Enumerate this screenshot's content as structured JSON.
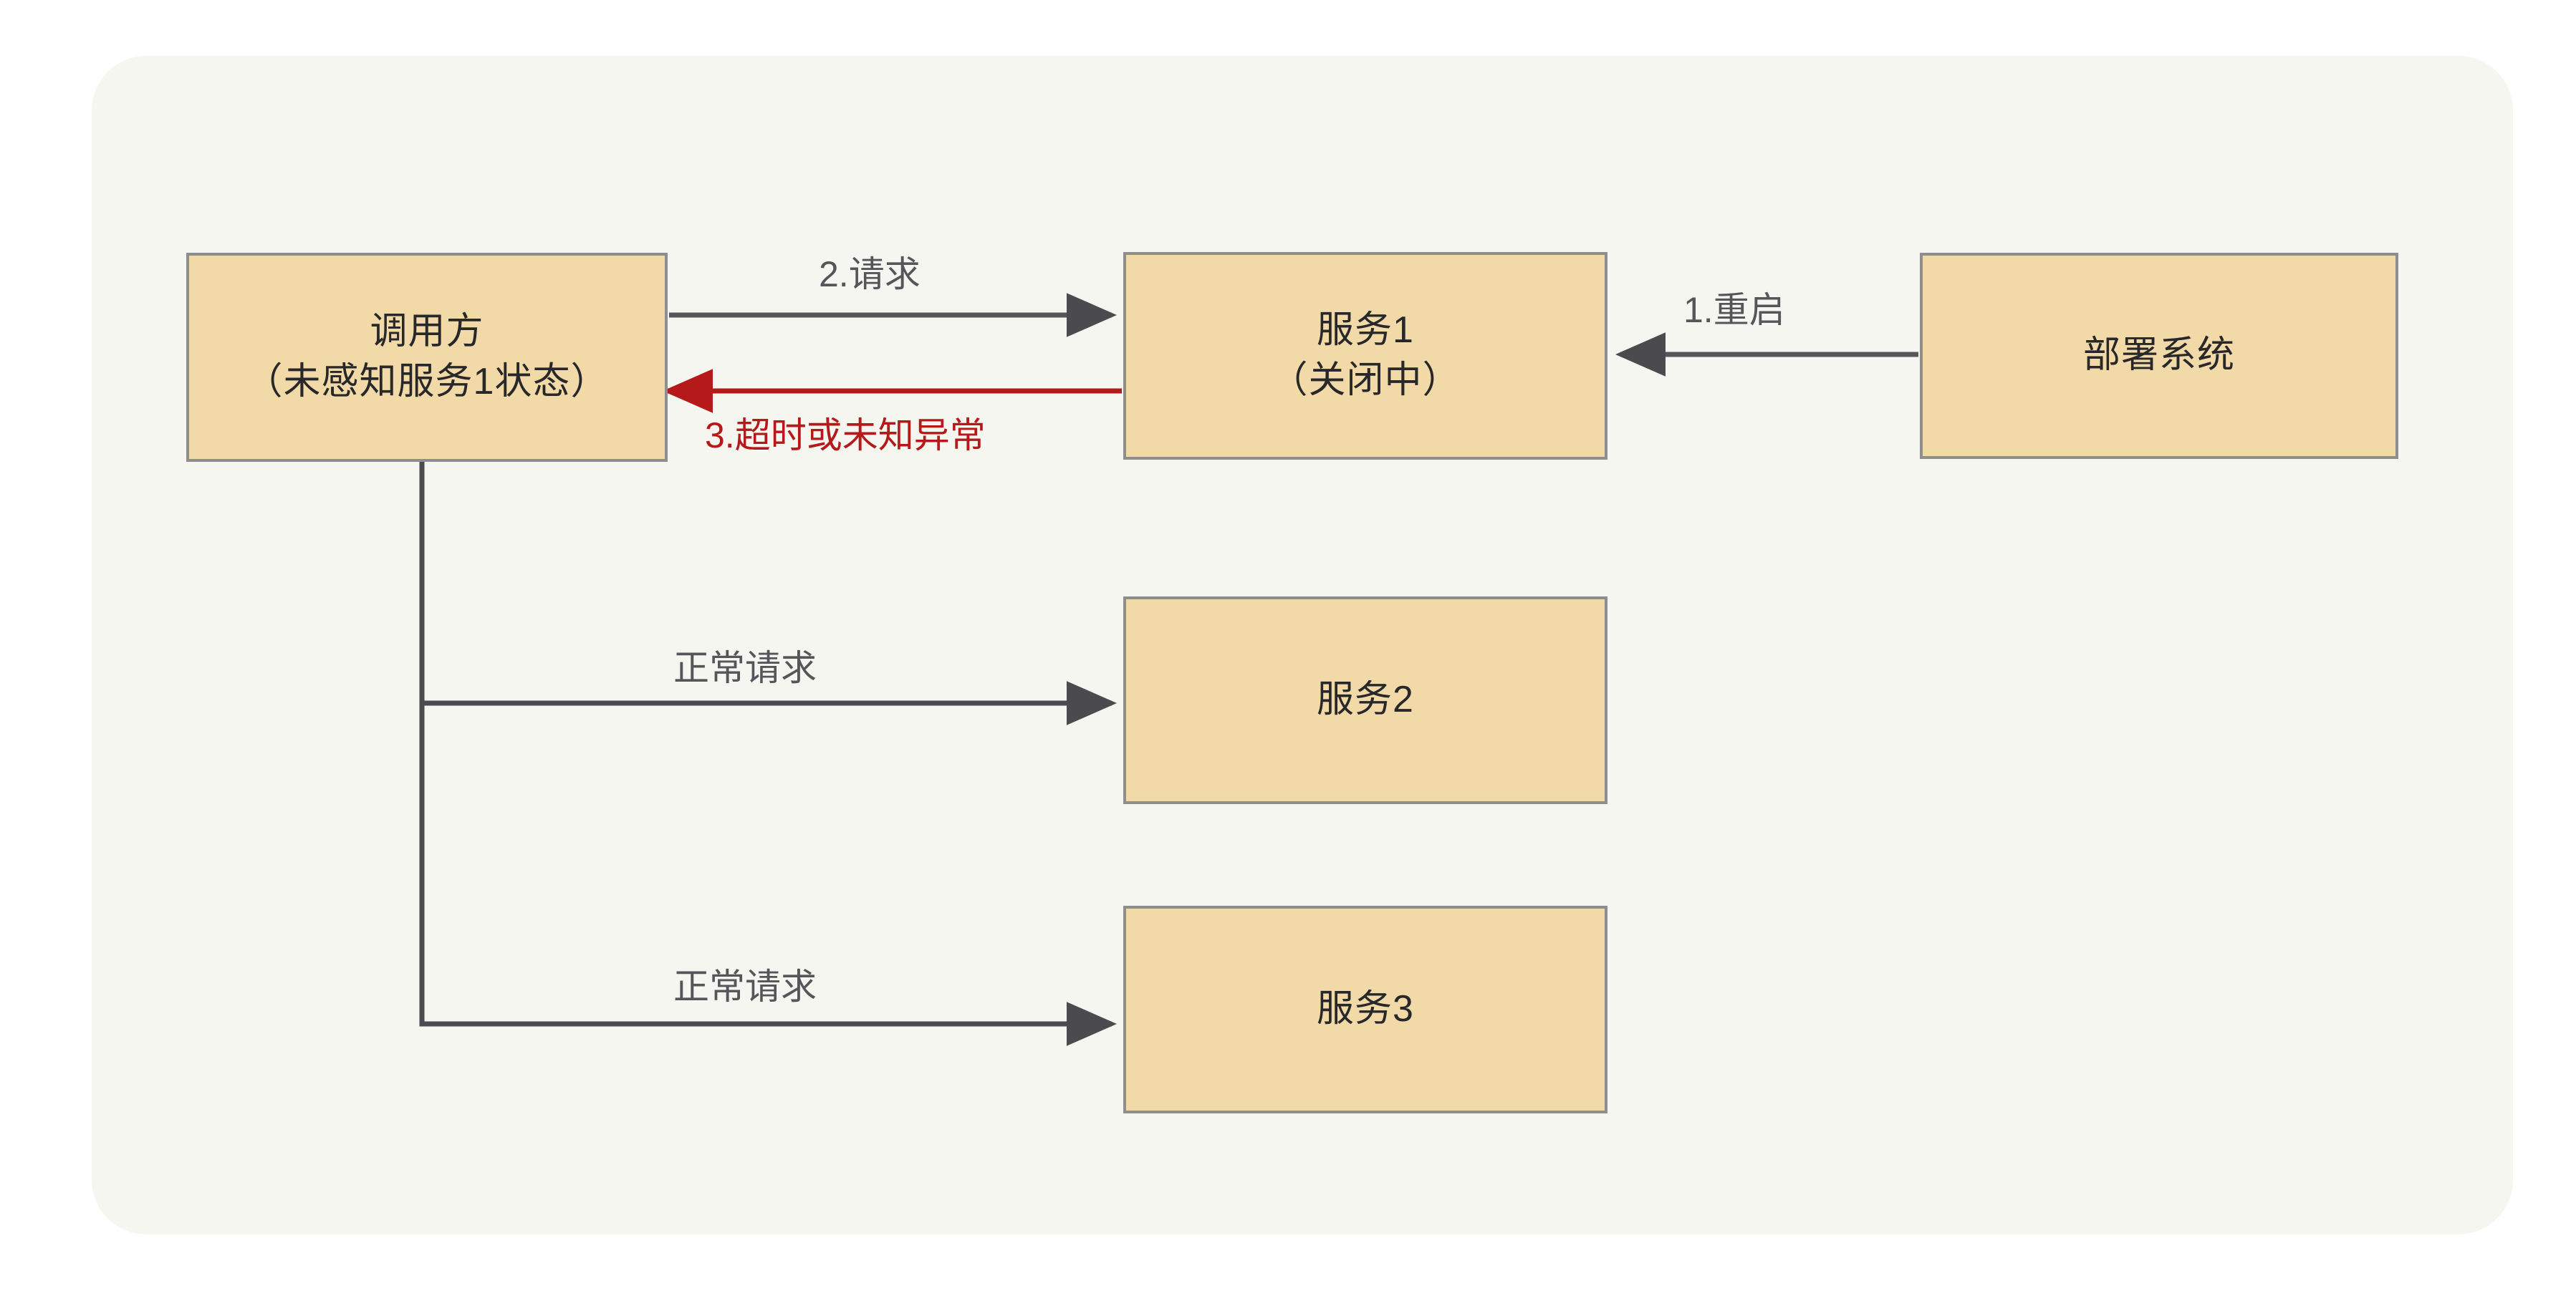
{
  "diagram": {
    "type": "flow-diagram",
    "panel_background": "#f5f6f0",
    "node_fill": "#f2d9a8",
    "node_border": "#8e8e8e",
    "edge_color": "#55555a",
    "danger_color": "#b5191a",
    "nodes": [
      {
        "id": "caller",
        "title": "调用方",
        "subtitle": "（未感知服务1状态）"
      },
      {
        "id": "service1",
        "title": "服务1",
        "subtitle": "（关闭中）"
      },
      {
        "id": "deploy",
        "title": "部署系统",
        "subtitle": ""
      },
      {
        "id": "service2",
        "title": "服务2",
        "subtitle": ""
      },
      {
        "id": "service3",
        "title": "服务3",
        "subtitle": ""
      }
    ],
    "edges": [
      {
        "id": "restart",
        "label": "1.重启",
        "from": "deploy",
        "to": "service1",
        "color": "#55555a"
      },
      {
        "id": "request",
        "label": "2.请求",
        "from": "caller",
        "to": "service1",
        "color": "#55555a"
      },
      {
        "id": "timeout",
        "label": "3.超时或未知异常",
        "from": "service1",
        "to": "caller",
        "color": "#b5191a"
      },
      {
        "id": "normal2",
        "label": "正常请求",
        "from": "caller",
        "to": "service2",
        "color": "#55555a"
      },
      {
        "id": "normal3",
        "label": "正常请求",
        "from": "caller",
        "to": "service3",
        "color": "#55555a"
      }
    ]
  }
}
